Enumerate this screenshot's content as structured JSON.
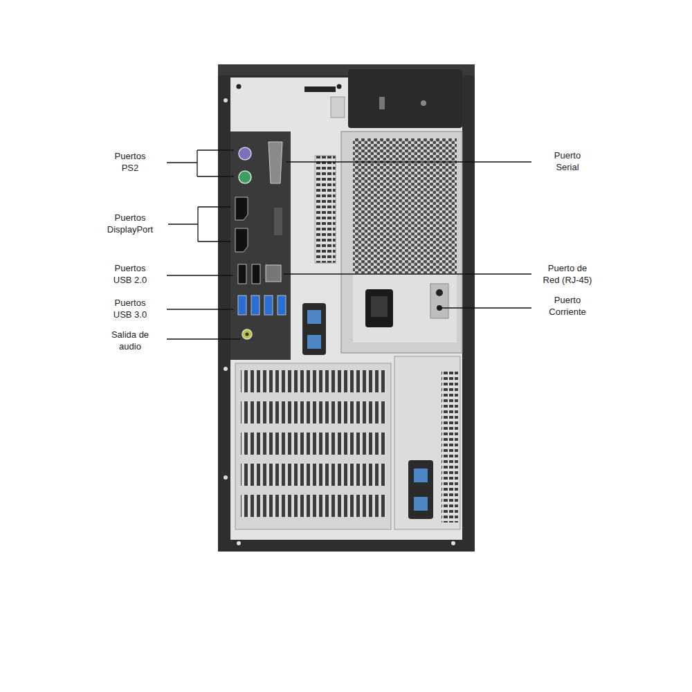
{
  "diagram": {
    "labels": [
      "Puertos PS2",
      "Puertos DisplayPort",
      "Puertos USB 2.0",
      "Puertos USB 3.0",
      "Salida de audio",
      "Puerto Serial",
      "Puerto de Red (RJ-45)",
      "Puerto Corriente"
    ]
  }
}
